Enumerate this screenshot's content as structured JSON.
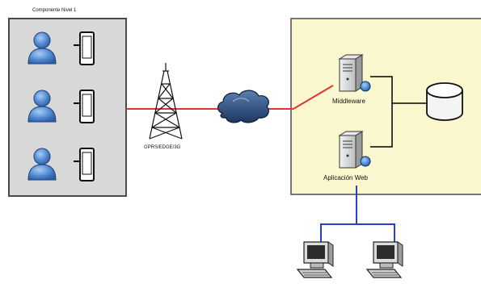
{
  "labels": {
    "top": "Componente Nivel 1",
    "tower": "GPRS/EDGE/3G",
    "middleware": "Middleware",
    "webapp": "Aplicación Web"
  },
  "icons": [
    "user-icon",
    "smartphone-icon",
    "cell-tower-icon",
    "cloud-icon",
    "server-icon",
    "database-icon",
    "desktop-computer-icon"
  ],
  "colors": {
    "mobile_panel_bg": "#d8d8d8",
    "server_panel_bg": "#fbf8cf",
    "wireless_link": "#e8302c",
    "lan_link": "#2a3fcc",
    "wired_link": "#000000",
    "user_blue": "#4f86cf"
  }
}
